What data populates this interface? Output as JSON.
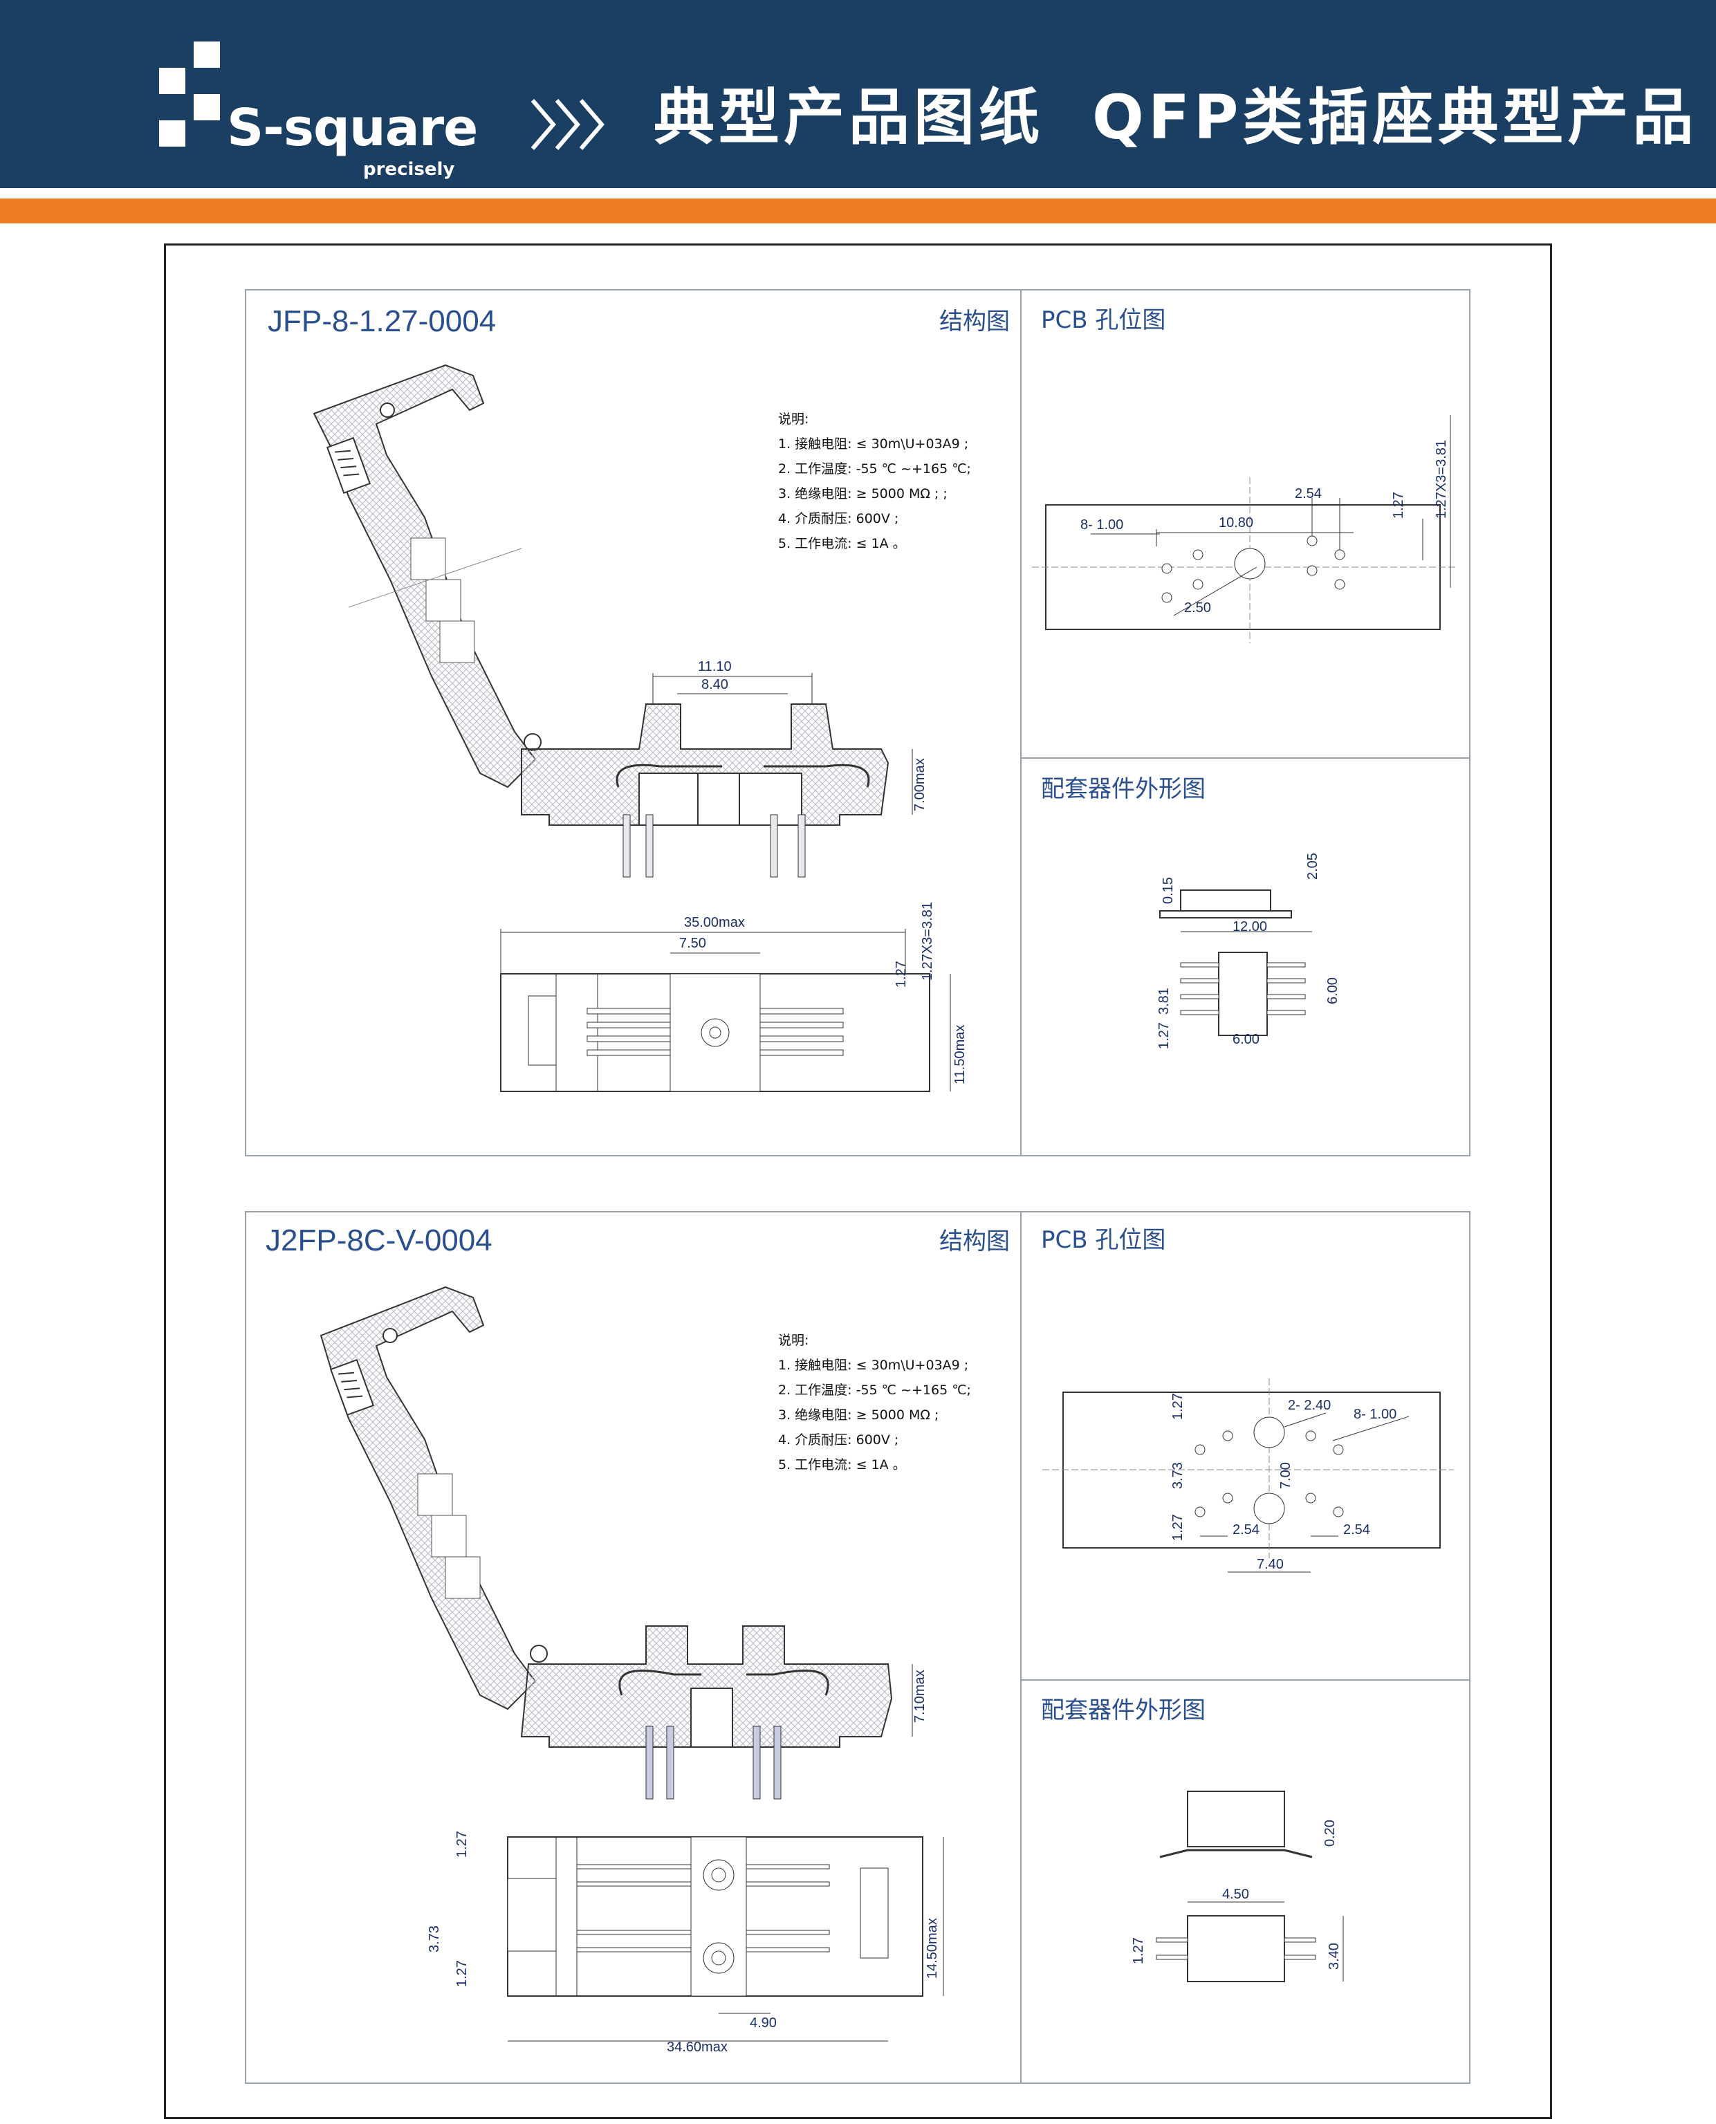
{
  "header": {
    "logo_name": "S-square",
    "logo_tagline": "precisely",
    "title_part1": "典型产品图纸",
    "title_part2": "QFP类插座典型产品"
  },
  "products": [
    {
      "model": "JFP-8-1.27-0004",
      "structure_label": "结构图",
      "pcb_label": "PCB 孔位图",
      "mating_label": "配套器件外形图",
      "notes_title": "说明:",
      "notes": [
        "1. 接触电阻: ≤ 30m\\U+03A9 ;",
        "2. 工作温度: -55 ℃ ~+165 ℃;",
        "3. 绝缘电阻: ≥ 5000 MΩ ; ;",
        "4. 介质耐压: 600V ;",
        "5. 工作电流: ≤ 1A 。"
      ],
      "dims_structure": [
        "11.10",
        "8.40",
        "7.00max",
        "35.00max",
        "7.50",
        "1.27",
        "1.27X3=3.81",
        "11.50max"
      ],
      "dims_pcb": [
        "2.54",
        "1.27",
        "1.27X3=3.81",
        "8- 1.00",
        "10.80",
        "2.50"
      ],
      "dims_mating": [
        "0.15",
        "2.05",
        "12.00",
        "3.81",
        "6.00",
        "1.27",
        "6.00"
      ]
    },
    {
      "model": "J2FP-8C-V-0004",
      "structure_label": "结构图",
      "pcb_label": "PCB 孔位图",
      "mating_label": "配套器件外形图",
      "notes_title": "说明:",
      "notes": [
        "1. 接触电阻: ≤ 30m\\U+03A9 ;",
        "2. 工作温度: -55 ℃ ~+165 ℃;",
        "3. 绝缘电阻: ≥ 5000 MΩ ;",
        "4. 介质耐压: 600V ;",
        "5. 工作电流: ≤ 1A 。"
      ],
      "dims_structure": [
        "7.10max",
        "1.27",
        "3.73",
        "1.27",
        "14.50max",
        "4.90",
        "34.60max"
      ],
      "dims_pcb": [
        "2- 2.40",
        "8- 1.00",
        "1.27",
        "3.73",
        "7.00",
        "1.27",
        "2.54",
        "2.54",
        "7.40"
      ],
      "dims_mating": [
        "0.20",
        "4.50",
        "1.27",
        "3.40"
      ]
    }
  ],
  "colors": {
    "header_bg": "#1b3f62",
    "accent_orange": "#ec7d22",
    "label_blue": "#2a4f8f"
  }
}
